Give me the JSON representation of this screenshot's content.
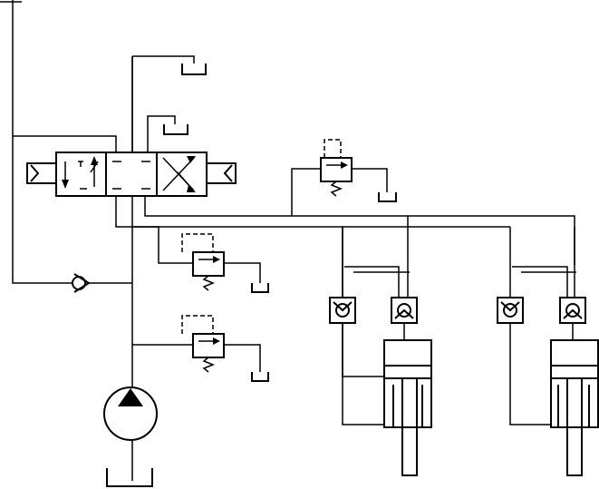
{
  "diagram": {
    "kind": "hydraulic-schematic",
    "background": "#ffffff",
    "stroke_color": "#000000",
    "components": [
      {
        "id": "pump",
        "icon": "hydraulic-pump-icon"
      },
      {
        "id": "pump-tank",
        "icon": "reservoir-icon"
      },
      {
        "id": "check-valve",
        "icon": "check-valve-icon"
      },
      {
        "id": "directional-valve",
        "icon": "three-position-valve-icon"
      },
      {
        "id": "relief-valve-top",
        "icon": "pressure-relief-valve-icon"
      },
      {
        "id": "relief-valve-mid",
        "icon": "pressure-relief-valve-icon"
      },
      {
        "id": "relief-valve-bottom",
        "icon": "pressure-relief-valve-icon"
      },
      {
        "id": "cylinder-left",
        "icon": "hydraulic-cylinder-icon"
      },
      {
        "id": "cylinder-right",
        "icon": "hydraulic-cylinder-icon"
      },
      {
        "id": "pilot-check-1",
        "icon": "pilot-check-valve-icon"
      },
      {
        "id": "pilot-check-2",
        "icon": "pilot-check-valve-icon"
      },
      {
        "id": "pilot-check-3",
        "icon": "pilot-check-valve-icon"
      },
      {
        "id": "pilot-check-4",
        "icon": "pilot-check-valve-icon"
      }
    ]
  }
}
